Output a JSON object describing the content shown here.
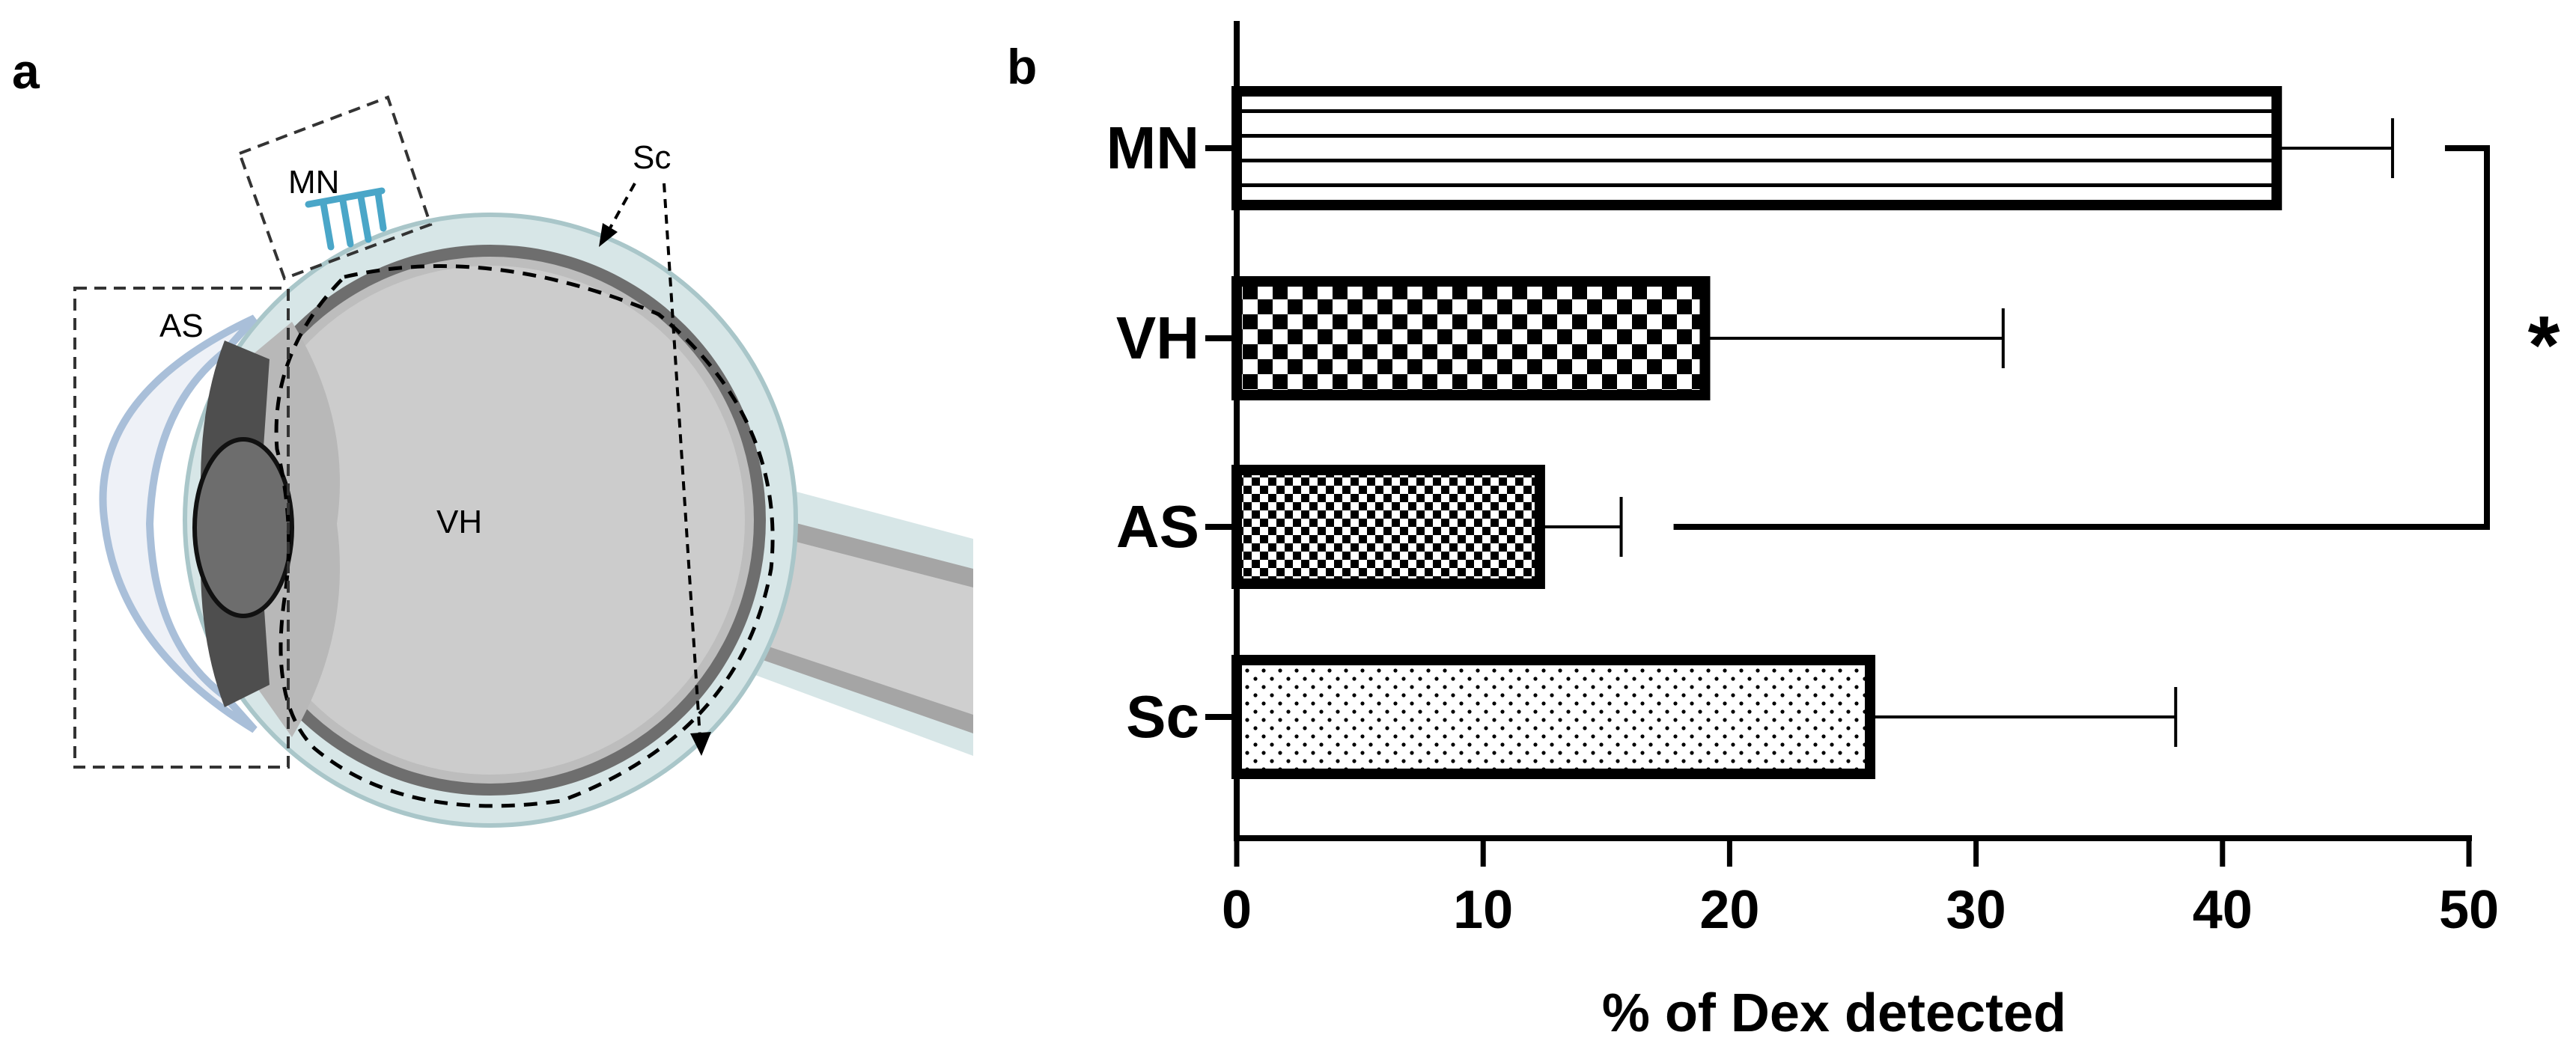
{
  "panel_a": {
    "label": "a",
    "regions": {
      "mn": "MN",
      "as": "AS",
      "vh": "VH",
      "sc": "Sc"
    },
    "colors": {
      "sclera": "#d7e6e7",
      "sclera_edge": "#a9c6c9",
      "choroid": "#6e6e6e",
      "vitreous": "#cccccc",
      "retina": "#bdbdbd",
      "lens": "#6d6d6d",
      "cornea": "#eef1f7",
      "cornea_edge": "#a9bfd9",
      "microneedle": "#4aa6c8"
    }
  },
  "panel_b": {
    "label": "b"
  },
  "chart_data": {
    "type": "bar",
    "orientation": "horizontal",
    "categories": [
      "MN",
      "VH",
      "AS",
      "Sc"
    ],
    "values": [
      42.2,
      19.0,
      12.3,
      25.7
    ],
    "errors": [
      4.7,
      12.1,
      3.3,
      12.4
    ],
    "patterns": [
      "horizontal-lines",
      "checker-large",
      "checker-small",
      "dots"
    ],
    "xlabel": "% of Dex detected",
    "xlim": [
      0,
      50
    ],
    "xticks": [
      0,
      10,
      20,
      30,
      40,
      50
    ],
    "grid": false,
    "significance": {
      "from": "MN",
      "to": "AS",
      "label": "*"
    }
  }
}
